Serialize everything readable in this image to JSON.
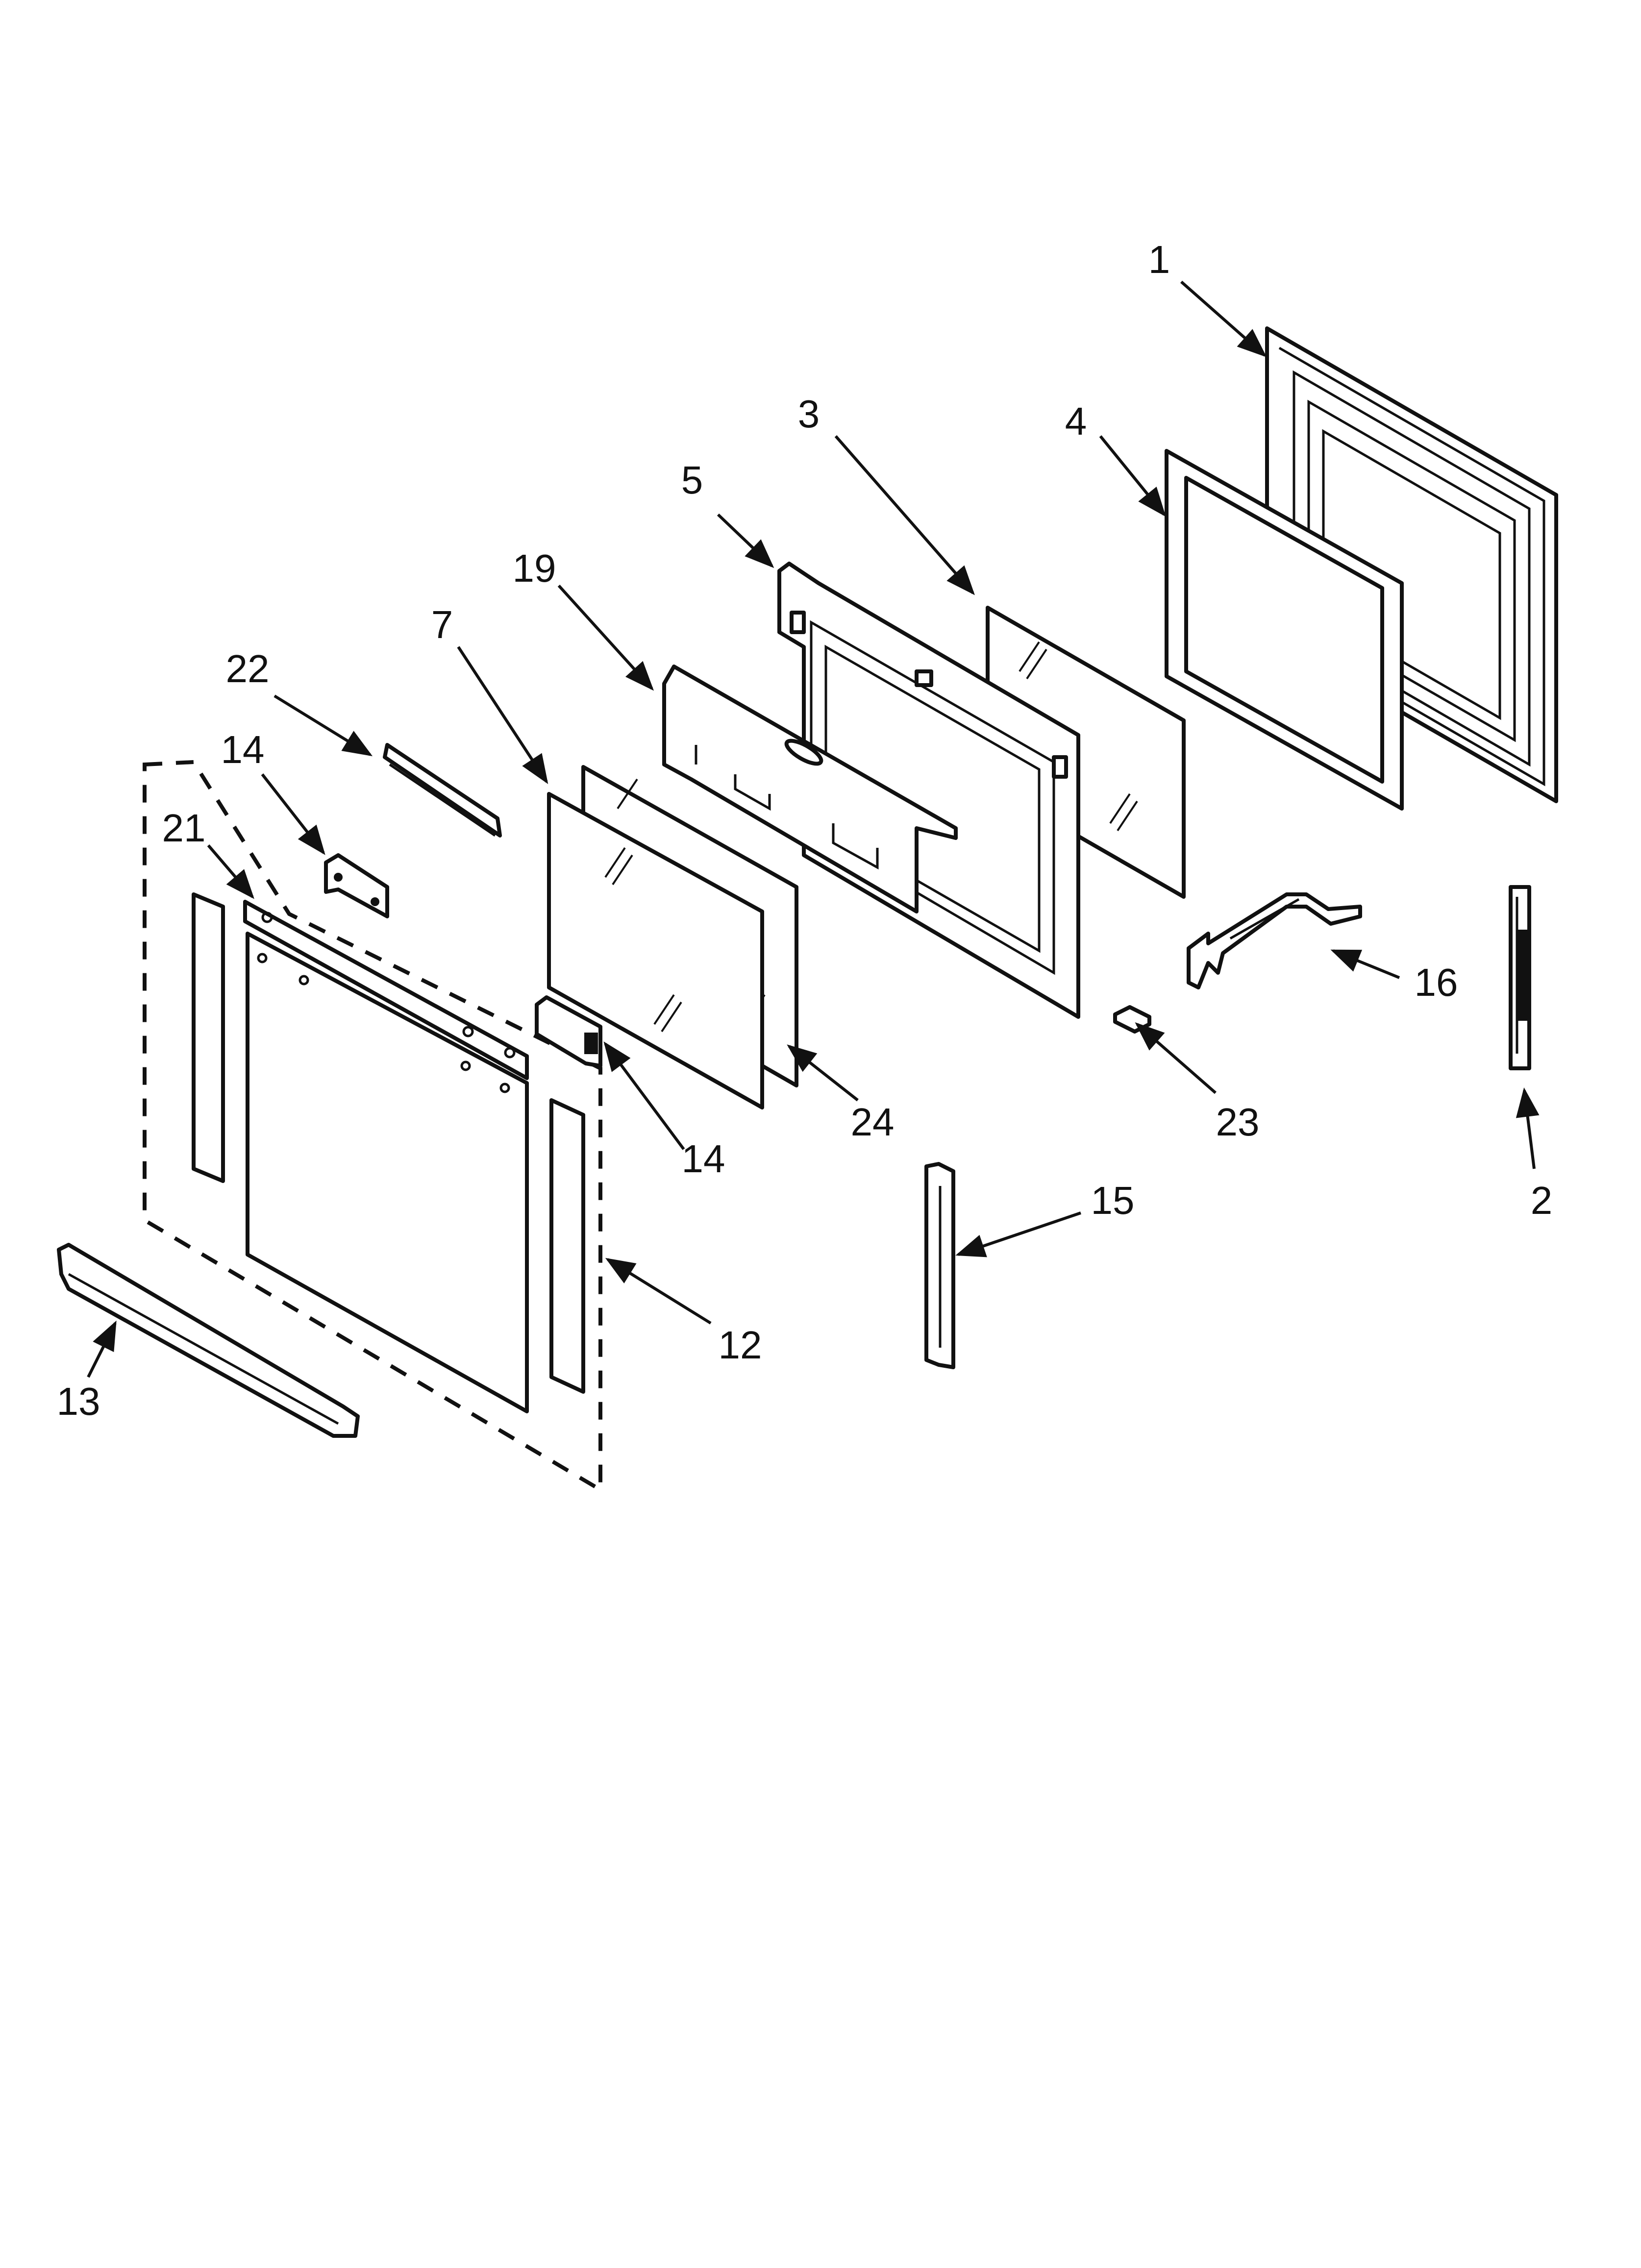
{
  "callouts": {
    "p1": "1",
    "p2": "2",
    "p3": "3",
    "p4": "4",
    "p5": "5",
    "p7": "7",
    "p12": "12",
    "p13": "13",
    "p14a": "14",
    "p14b": "14",
    "p15": "15",
    "p16": "16",
    "p19": "19",
    "p21": "21",
    "p22": "22",
    "p23": "23",
    "p24": "24"
  }
}
